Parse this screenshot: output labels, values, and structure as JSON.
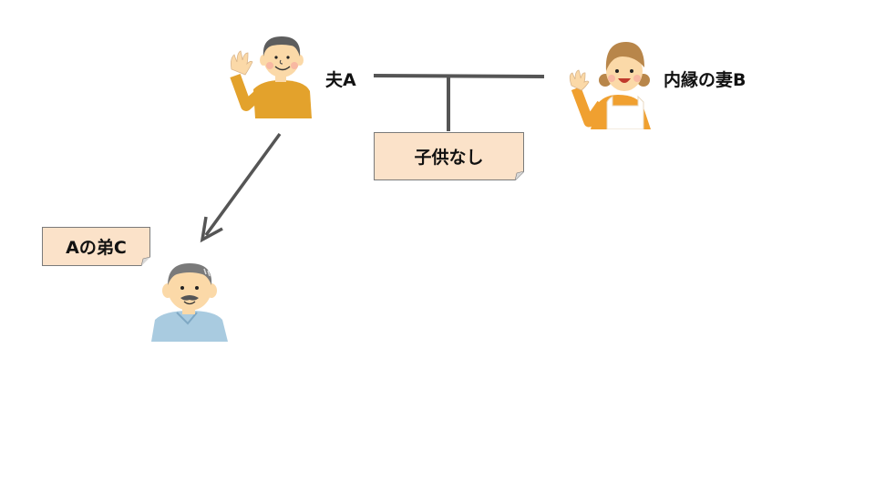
{
  "people": {
    "husband": {
      "label": "夫A",
      "icon": "man-waving-icon"
    },
    "wife": {
      "label": "内縁の妻B",
      "icon": "woman-apron-waving-icon"
    },
    "brother": {
      "icon": "older-man-mustache-icon"
    }
  },
  "notes": {
    "no_children": "子供なし",
    "brother_label": "Aの弟C"
  },
  "colors": {
    "line": "#555555",
    "note_fill": "#fbe2c9",
    "husband_shirt": "#e3a22c",
    "wife_shirt": "#f0a030",
    "brother_shirt": "#a9cbe0",
    "skin": "#fbd9a8",
    "hair_gray": "#6f6f6f",
    "hair_brown": "#b8864a"
  }
}
